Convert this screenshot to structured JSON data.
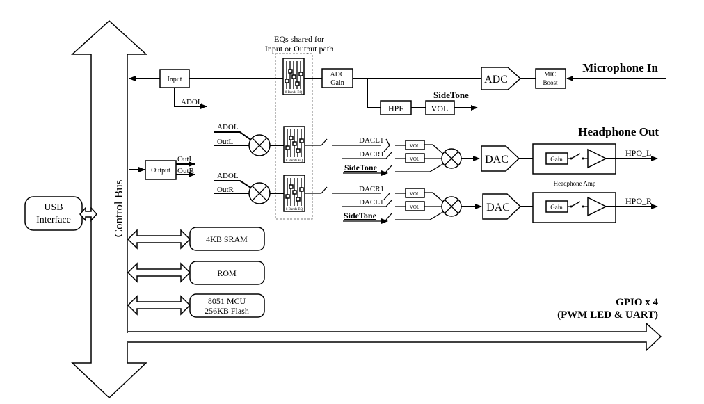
{
  "diagram": {
    "control_bus": {
      "label": "Control Bus"
    },
    "usb": {
      "label_line1": "USB",
      "label_line2": "Interface"
    },
    "eq_group": {
      "label_line1": "EQs shared for",
      "label_line2": "Input or Output path",
      "eq_label": "8 Bands EQ"
    },
    "input_block": {
      "label": "Input",
      "adol": "ADOL"
    },
    "output_block": {
      "label": "Output",
      "outl": "OutL",
      "outr": "OutR"
    },
    "adc_gain": {
      "line1": "ADC",
      "line2": "Gain"
    },
    "adc": {
      "label": "ADC"
    },
    "mic_boost": {
      "line1": "MIC",
      "line2": "Boost"
    },
    "microphone_in": "Microphone In",
    "hpf": "HPF",
    "vol": "VOL",
    "sidetone": "SideTone",
    "headphone_out": "Headphone Out",
    "left_mix": {
      "adol": "ADOL",
      "out": "OutL"
    },
    "right_mix": {
      "adol": "ADOL",
      "out": "OutR"
    },
    "dac_left_inputs": [
      "DACL1",
      "DACR1",
      "SideTone"
    ],
    "dac_right_inputs": [
      "DACR1",
      "DACL1",
      "SideTone"
    ],
    "small_vol": "VOL",
    "dac": "DAC",
    "gain": "Gain",
    "headphone_amp": "Headphone Amp",
    "hpo_l": "HPO_L",
    "hpo_r": "HPO_R",
    "memory": {
      "sram": "4KB SRAM",
      "rom": "ROM",
      "mcu_line1": "8051 MCU",
      "mcu_line2": "256KB Flash"
    },
    "gpio": {
      "line1": "GPIO x 4",
      "line2": "(PWM LED & UART)"
    }
  }
}
